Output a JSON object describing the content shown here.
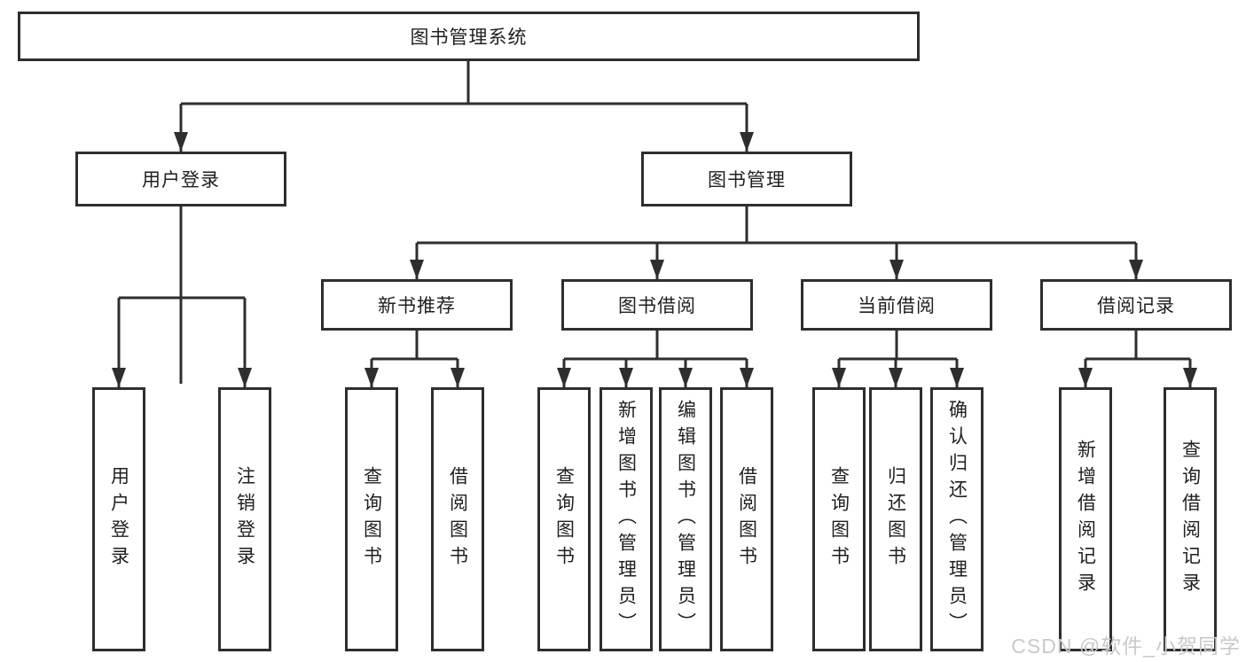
{
  "tree": {
    "root": "图书管理系统",
    "branches": [
      {
        "label": "用户登录",
        "children": [
          "用户登录",
          "注销登录"
        ]
      },
      {
        "label": "图书管理",
        "groups": [
          {
            "label": "新书推荐",
            "children": [
              "查询图书",
              "借阅图书"
            ]
          },
          {
            "label": "图书借阅",
            "children": [
              "查询图书",
              "新增图书（管理员）",
              "编辑图书（管理员）",
              "借阅图书"
            ]
          },
          {
            "label": "当前借阅",
            "children": [
              "查询图书",
              "归还图书",
              "确认归还（管理员）"
            ]
          },
          {
            "label": "借阅记录",
            "children": [
              "新增借阅记录",
              "查询借阅记录"
            ]
          }
        ]
      }
    ]
  },
  "watermark": {
    "text": "CSDN @软件_小贺同学"
  },
  "colors": {
    "line": "#2e2e2e",
    "box_border": "#2e2e2e",
    "text": "#1f1f1f",
    "watermark": "#c9c9c9",
    "background": "#ffffff"
  }
}
